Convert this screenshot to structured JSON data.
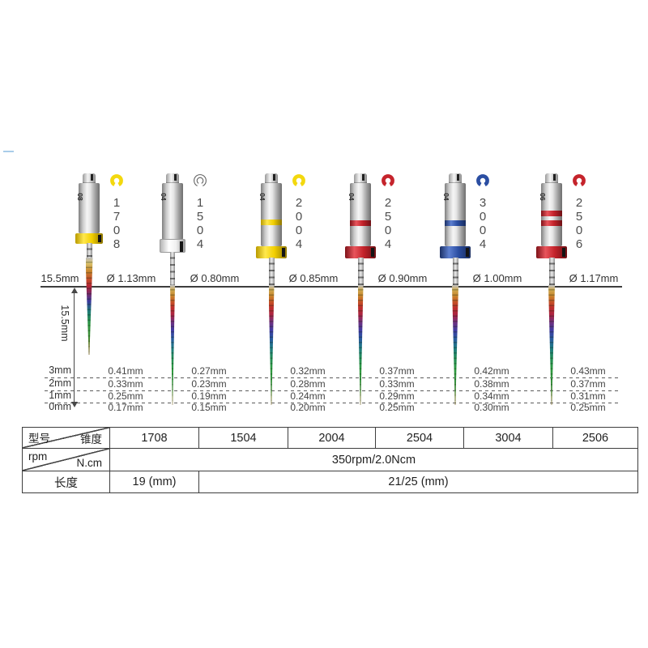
{
  "decor": {
    "corner_dash_color": "#a9cce9"
  },
  "diagram": {
    "top_length_label": "15.5mm",
    "side_length_label": "15.5mm",
    "depth_labels": [
      "3mm",
      "2mm",
      "1mm",
      "0mm"
    ],
    "colors": {
      "yellow": "#F3D80E",
      "red": "#C5242C",
      "blue": "#2B4EA2",
      "white": "#FFFFFF"
    },
    "files": [
      {
        "model": "1708",
        "taper_mark": "08",
        "color_name": "yellow",
        "color": "#F3D80E",
        "icon_style": "solid",
        "thin_band_count": 0,
        "diameter_label": "Ø 1.13mm",
        "tip_diameters": [
          "0.41mm",
          "0.33mm",
          "0.25mm",
          "0.17mm"
        ]
      },
      {
        "model": "1504",
        "taper_mark": "04",
        "color_name": "white",
        "color": "#FFFFFF",
        "icon_style": "outline",
        "thin_band_count": 0,
        "diameter_label": "Ø 0.80mm",
        "tip_diameters": [
          "0.27mm",
          "0.23mm",
          "0.19mm",
          "0.15mm"
        ]
      },
      {
        "model": "2004",
        "taper_mark": "04",
        "color_name": "yellow",
        "color": "#F3D80E",
        "icon_style": "solid",
        "thin_band_count": 1,
        "diameter_label": "Ø 0.85mm",
        "tip_diameters": [
          "0.32mm",
          "0.28mm",
          "0.24mm",
          "0.20mm"
        ]
      },
      {
        "model": "2504",
        "taper_mark": "04",
        "color_name": "red",
        "color": "#C5242C",
        "icon_style": "solid",
        "thin_band_count": 1,
        "diameter_label": "Ø 0.90mm",
        "tip_diameters": [
          "0.37mm",
          "0.33mm",
          "0.29mm",
          "0.25mm"
        ]
      },
      {
        "model": "3004",
        "taper_mark": "04",
        "color_name": "blue",
        "color": "#2B4EA2",
        "icon_style": "solid",
        "thin_band_count": 1,
        "diameter_label": "Ø 1.00mm",
        "tip_diameters": [
          "0.42mm",
          "0.38mm",
          "0.34mm",
          "0.30mm"
        ]
      },
      {
        "model": "2506",
        "taper_mark": "06",
        "color_name": "red",
        "color": "#C5242C",
        "icon_style": "solid",
        "thin_band_count": 2,
        "diameter_label": "Ø 1.17mm",
        "tip_diameters": [
          "0.43mm",
          "0.37mm",
          "0.31mm",
          "0.25mm"
        ]
      }
    ]
  },
  "spec_table": {
    "model_row": {
      "corner_top": "型号",
      "corner_bottom": "锥度",
      "models": [
        "1708",
        "1504",
        "2004",
        "2504",
        "3004",
        "2506"
      ]
    },
    "torque_row": {
      "corner_top": "rpm",
      "corner_bottom": "N.cm",
      "value": "350rpm/2.0Ncm"
    },
    "length_row": {
      "header": "长度",
      "first_value": "19 (mm)",
      "other_value": "21/25 (mm)"
    }
  }
}
